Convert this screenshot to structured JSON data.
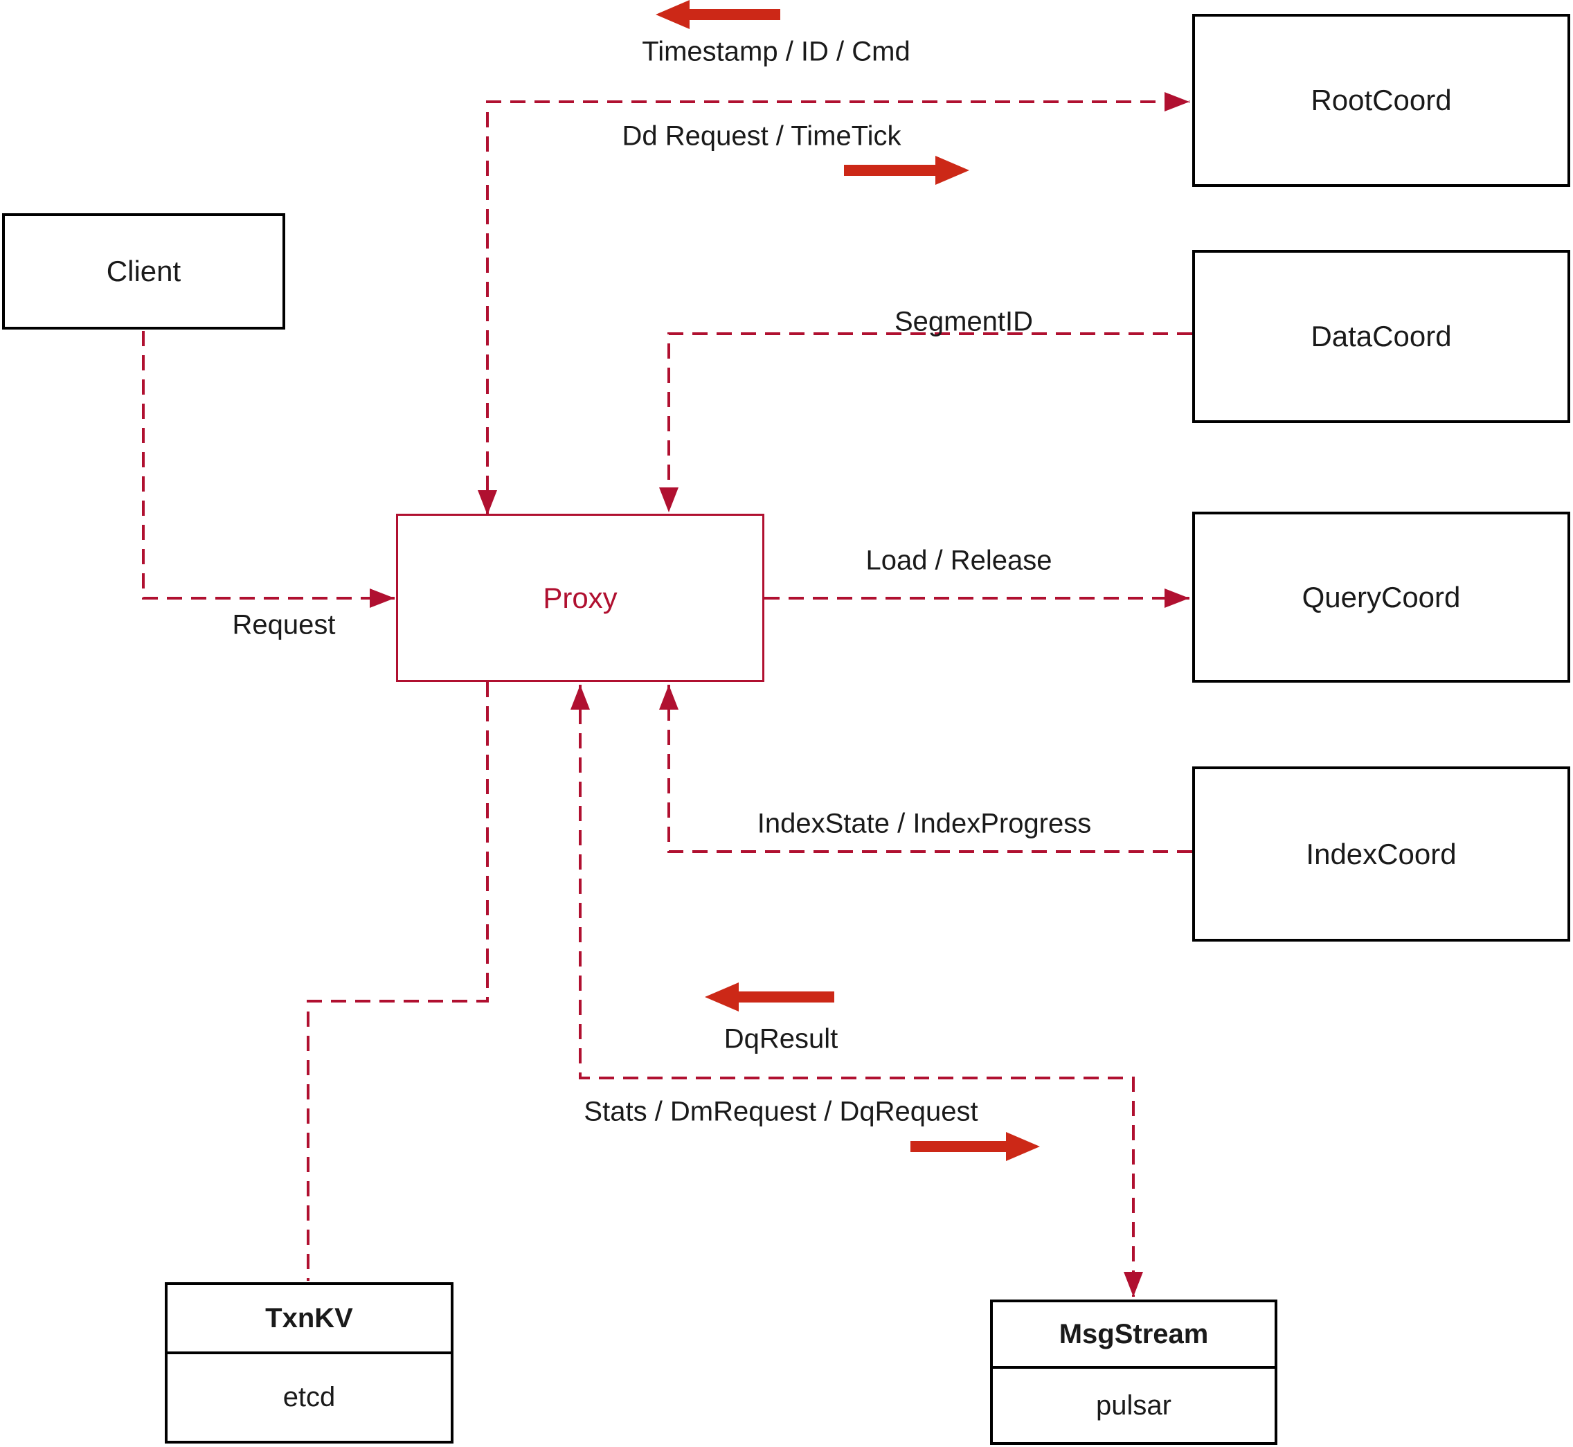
{
  "colors": {
    "line_crimson": "#b01030",
    "arrow_red": "#cc2817",
    "box_border": "#000000",
    "text": "#1a1a1a"
  },
  "nodes": {
    "client": {
      "label": "Client"
    },
    "proxy": {
      "label": "Proxy"
    },
    "root_coord": {
      "label": "RootCoord"
    },
    "data_coord": {
      "label": "DataCoord"
    },
    "query_coord": {
      "label": "QueryCoord"
    },
    "index_coord": {
      "label": "IndexCoord"
    },
    "txn_kv": {
      "title": "TxnKV",
      "impl": "etcd"
    },
    "msg_stream": {
      "title": "MsgStream",
      "impl": "pulsar"
    }
  },
  "edges": {
    "root_response": "Timestamp / ID / Cmd",
    "root_request": "Dd Request / TimeTick",
    "segment_id": "SegmentID",
    "load_release": "Load / Release",
    "client_request": "Request",
    "index_state": "IndexState / IndexProgress",
    "dq_result": "DqResult",
    "dm_dq_request": "Stats / DmRequest / DqRequest"
  }
}
